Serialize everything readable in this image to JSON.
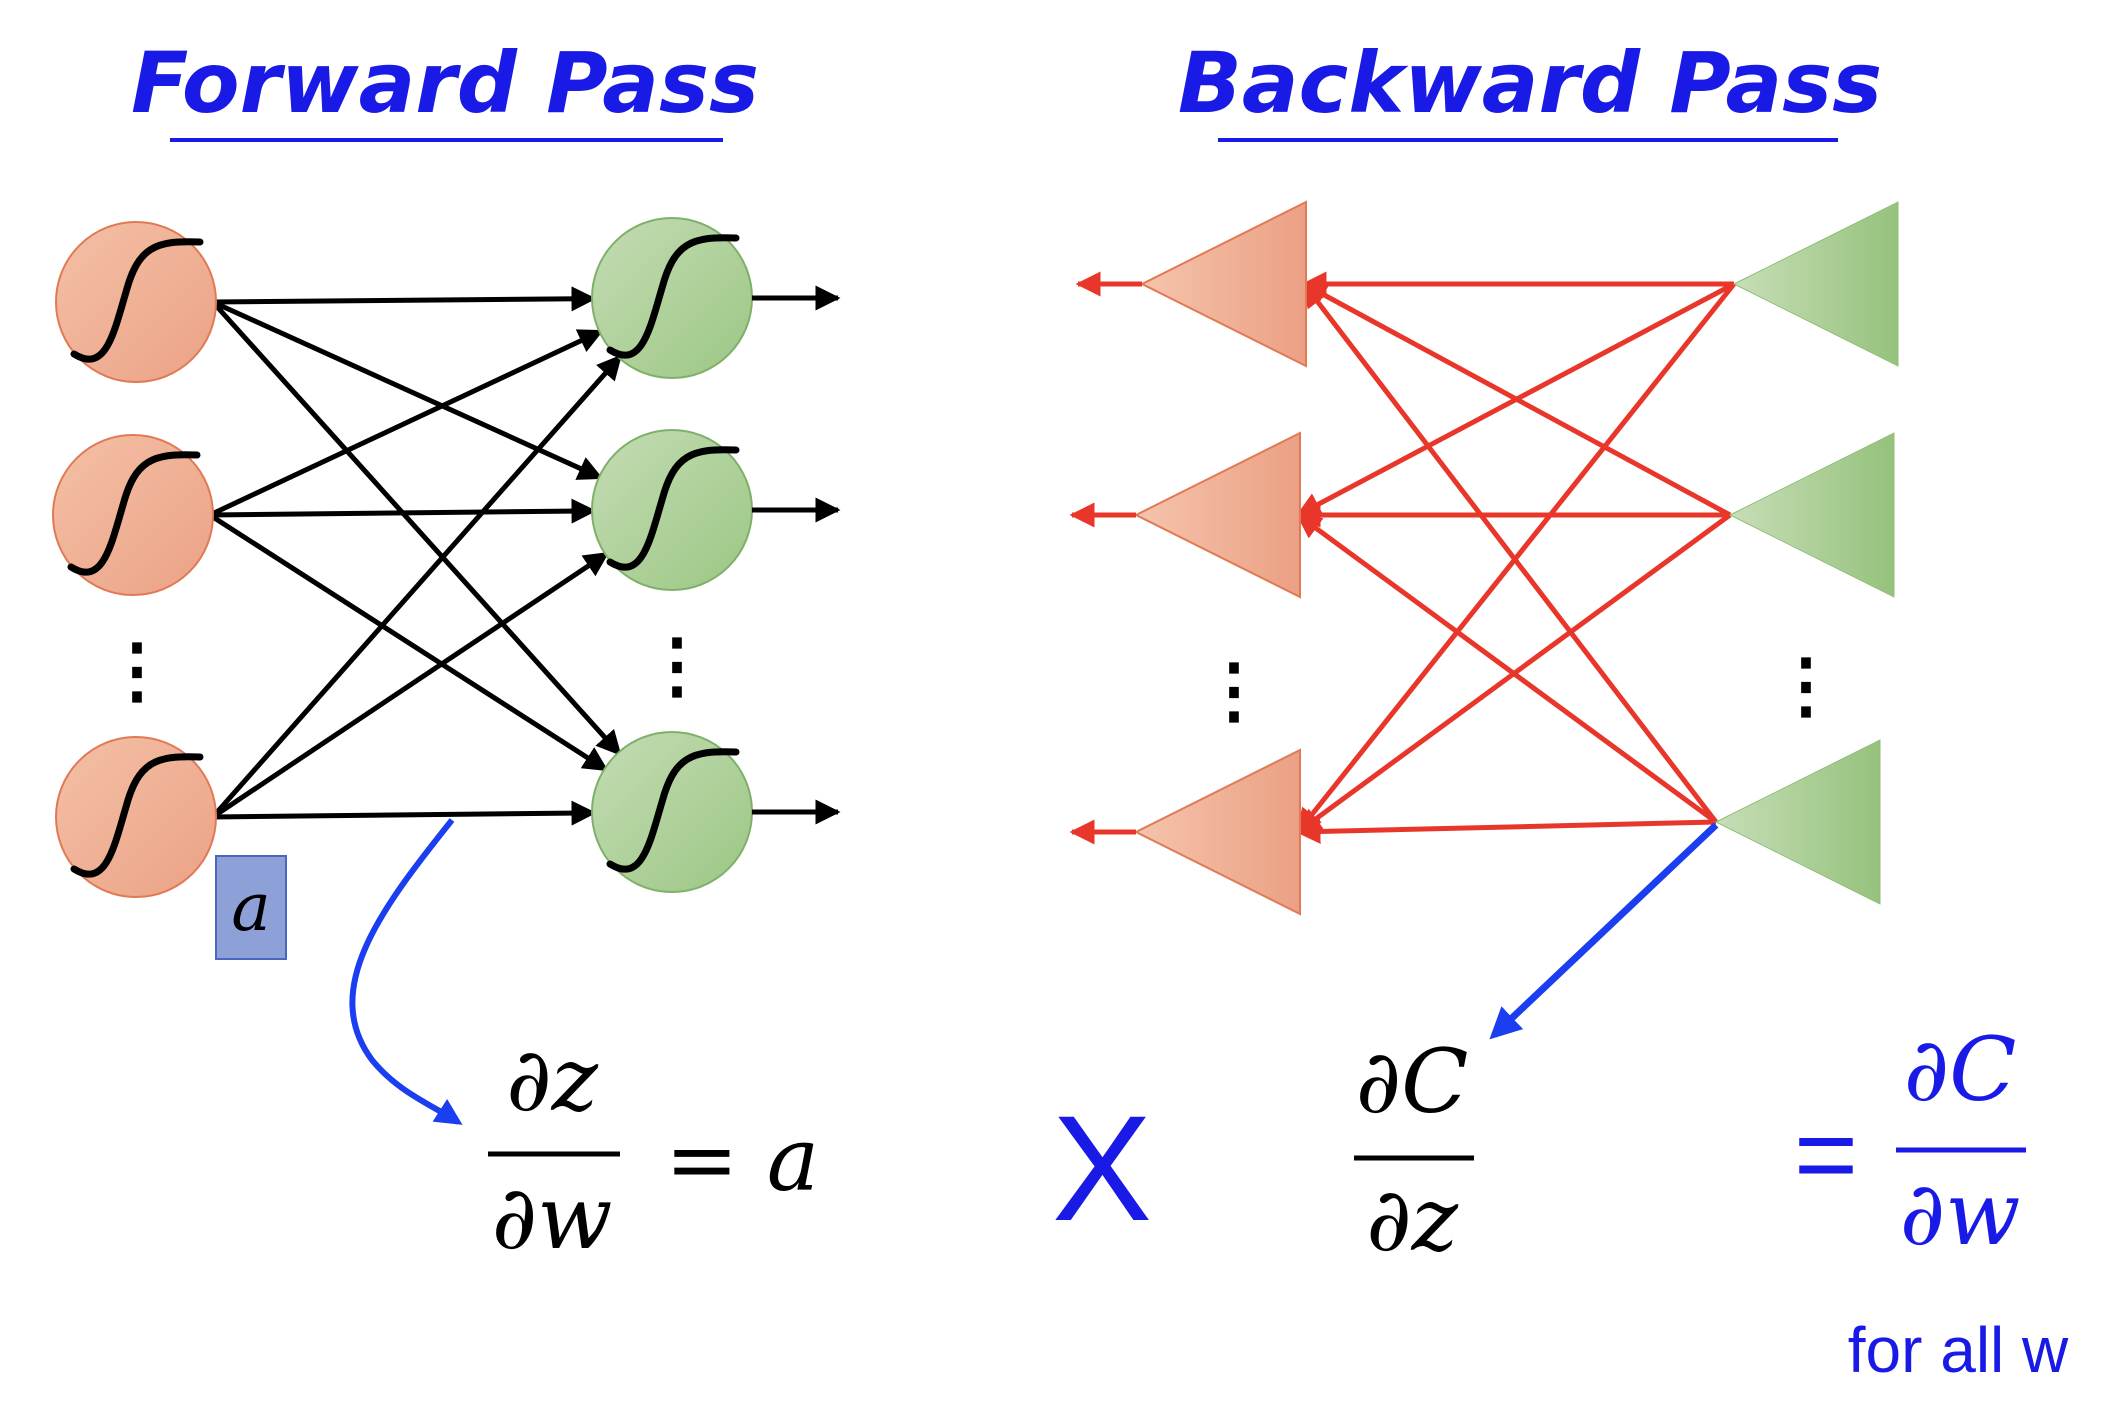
{
  "titles": {
    "forward": "Forward Pass",
    "backward": "Backward Pass"
  },
  "forward": {
    "activation_label": "a",
    "equation": {
      "numerator": "∂z",
      "denominator": "∂w",
      "rhs": "= a"
    }
  },
  "operator": "X",
  "backward": {
    "equation": {
      "numerator": "∂C",
      "denominator": "∂z"
    }
  },
  "result": {
    "equals": "=",
    "numerator": "∂C",
    "denominator": "∂w",
    "caption": "for all w"
  },
  "ellipsis": "⋮",
  "colors": {
    "title_blue": "#1a1ae6",
    "result_blue": "#1a1ae6",
    "forward_edge": "#000000",
    "backward_edge": "#e8372a",
    "pointer_blue": "#1a3ef0",
    "input_node_fill": "#f0a88a",
    "input_node_stroke": "#e07a55",
    "output_node_fill": "#a9cf94",
    "output_node_stroke": "#7fb069",
    "label_box_fill": "#8ea0d8",
    "label_box_stroke": "#4a66c0"
  }
}
